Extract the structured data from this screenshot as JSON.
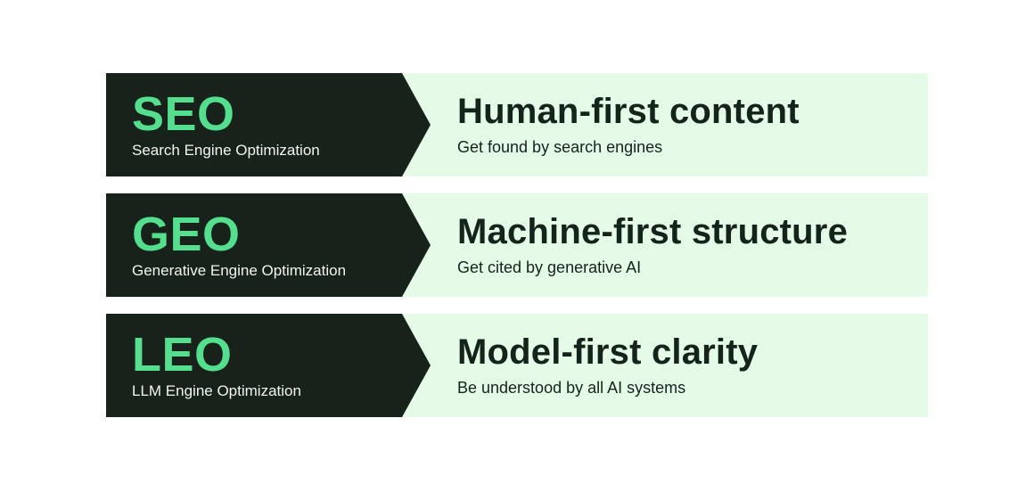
{
  "colors": {
    "page_bg": "#ffffff",
    "dark_block": "#17221b",
    "accent_green": "#54de8e",
    "panel_light_green": "#e5fae7",
    "dark_text": "#14241b",
    "text_on_dark": "#f2f4f1"
  },
  "rows": [
    {
      "acronym": "SEO",
      "full_name": "Search Engine Optimization",
      "heading": "Human-first content",
      "description": "Get found by search engines"
    },
    {
      "acronym": "GEO",
      "full_name": "Generative Engine Optimization",
      "heading": "Machine-first structure",
      "description": "Get cited by generative AI"
    },
    {
      "acronym": "LEO",
      "full_name": "LLM Engine Optimization",
      "heading": "Model-first clarity",
      "description": "Be understood by all AI systems"
    }
  ]
}
